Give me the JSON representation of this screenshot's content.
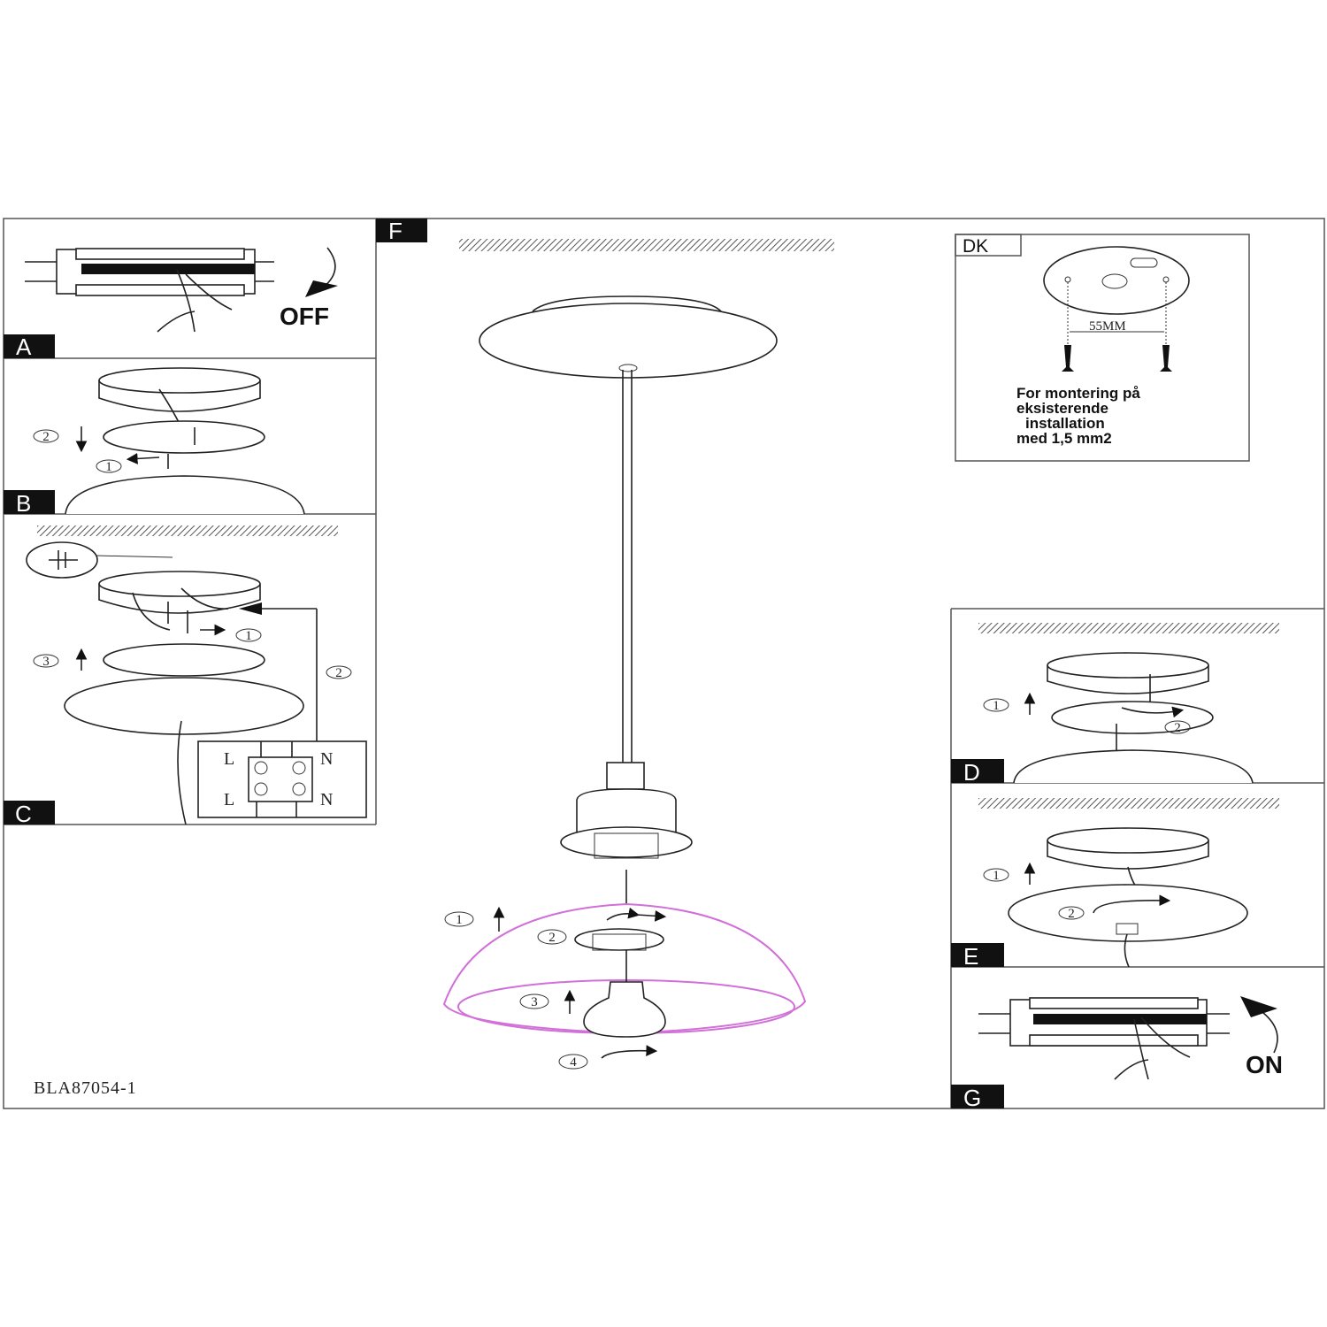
{
  "panels": {
    "a": {
      "label": "A",
      "action": "OFF"
    },
    "b": {
      "label": "B",
      "steps": [
        "1",
        "2"
      ]
    },
    "c": {
      "label": "C",
      "steps": [
        "1",
        "2",
        "3"
      ],
      "terminal": {
        "left_top": "L",
        "left_bottom": "L",
        "right_top": "N",
        "right_bottom": "N"
      }
    },
    "f": {
      "label": "F",
      "steps": [
        "1",
        "2",
        "3",
        "4"
      ]
    },
    "dk": {
      "label": "DK",
      "dimension": "55MM",
      "note": [
        "For montering på",
        "eksisterende",
        "installation",
        "med 1,5 mm2"
      ]
    },
    "d": {
      "label": "D",
      "steps": [
        "1",
        "2"
      ]
    },
    "e": {
      "label": "E",
      "steps": [
        "1",
        "2"
      ]
    },
    "g": {
      "label": "G",
      "action": "ON"
    }
  },
  "document_code": "BLA87054-1",
  "colors": {
    "line": "#222222",
    "shade_highlight": "#d070d8"
  }
}
